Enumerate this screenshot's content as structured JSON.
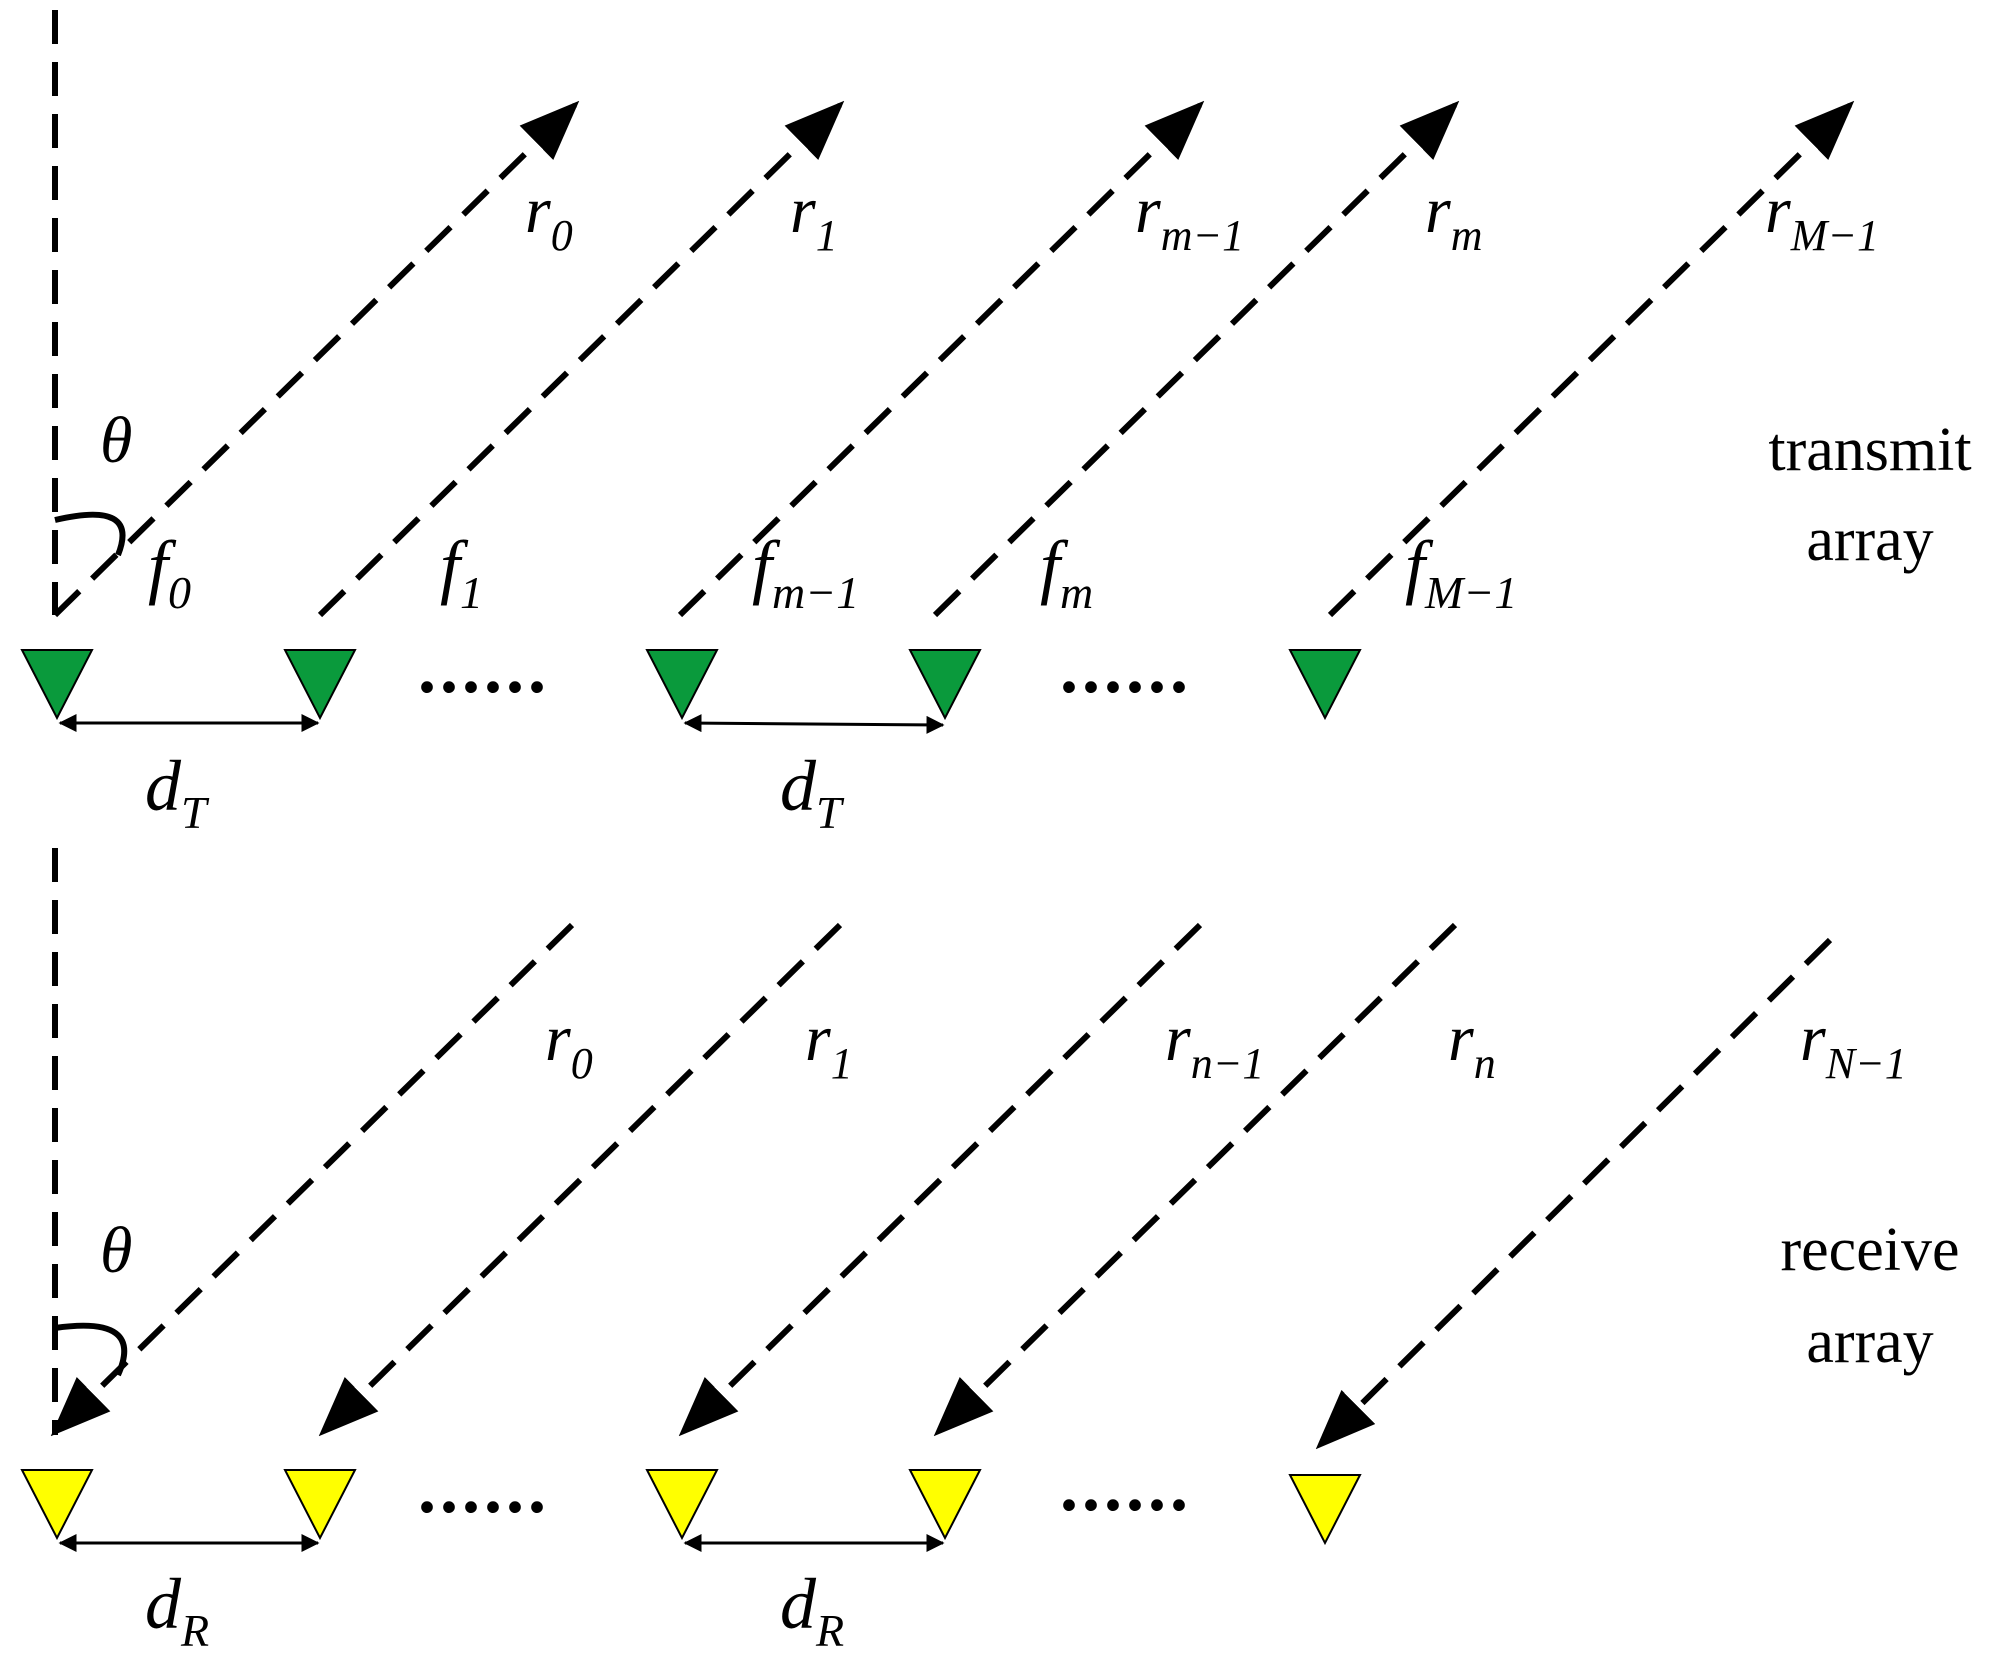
{
  "colors": {
    "transmit_element": "#0a9a3c",
    "receive_element": "#ffff00",
    "line": "#000000"
  },
  "angle_label": "θ",
  "transmit": {
    "label_line1": "transmit",
    "label_line2": "array",
    "element_count_shown": 5,
    "range_labels": [
      {
        "main": "r",
        "sub": "0"
      },
      {
        "main": "r",
        "sub": "1"
      },
      {
        "main": "r",
        "sub": "m−1"
      },
      {
        "main": "r",
        "sub": "m"
      },
      {
        "main": "r",
        "sub": "M−1"
      }
    ],
    "freq_labels": [
      {
        "main": "f",
        "sub": "0"
      },
      {
        "main": "f",
        "sub": "1"
      },
      {
        "main": "f",
        "sub": "m−1"
      },
      {
        "main": "f",
        "sub": "m"
      },
      {
        "main": "f",
        "sub": "M−1"
      }
    ],
    "spacing_label": {
      "main": "d",
      "sub": "T"
    },
    "ellipsis": "......"
  },
  "receive": {
    "label_line1": "receive",
    "label_line2": "array",
    "element_count_shown": 5,
    "range_labels": [
      {
        "main": "r",
        "sub": "0"
      },
      {
        "main": "r",
        "sub": "1"
      },
      {
        "main": "r",
        "sub": "n−1"
      },
      {
        "main": "r",
        "sub": "n"
      },
      {
        "main": "r",
        "sub": "N−1"
      }
    ],
    "spacing_label": {
      "main": "d",
      "sub": "R"
    },
    "ellipsis": "......"
  }
}
